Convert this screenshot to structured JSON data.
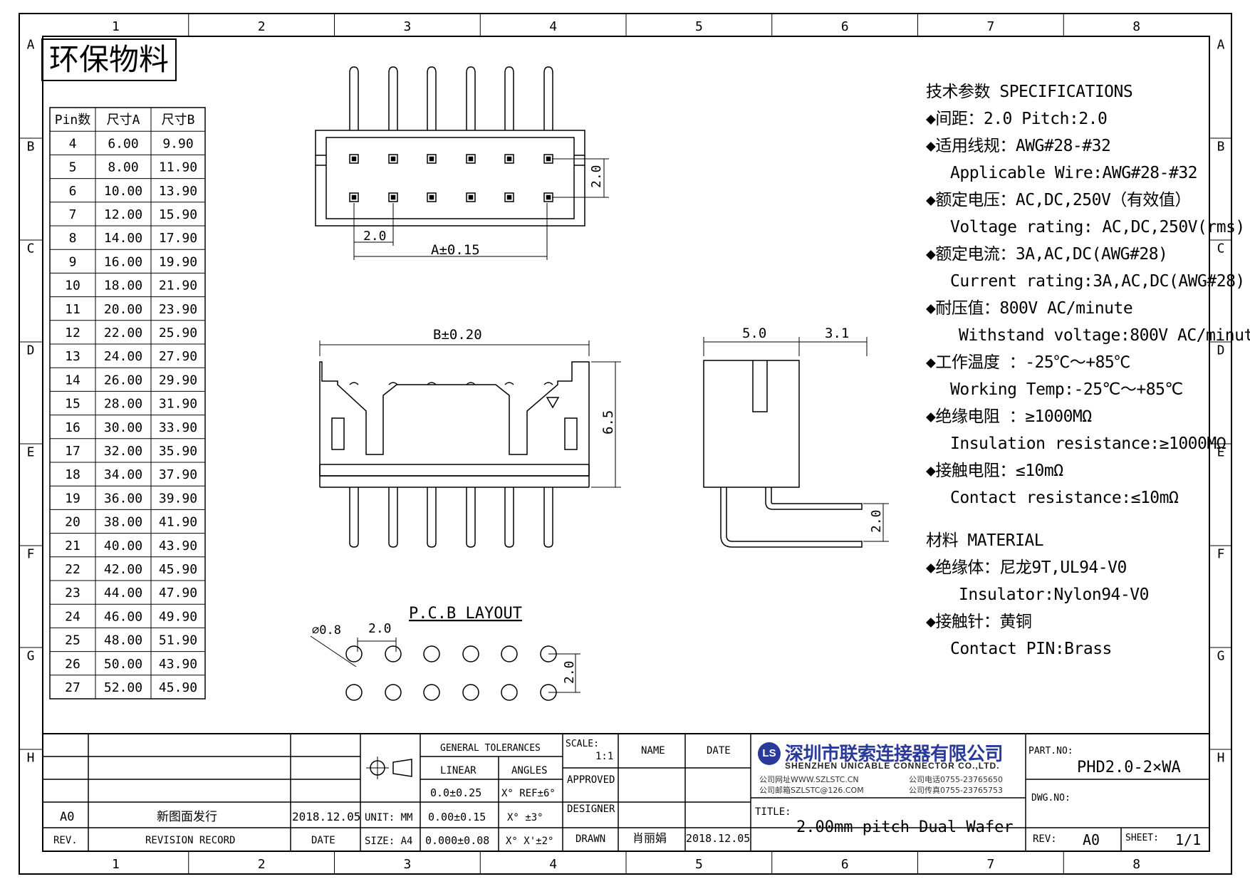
{
  "frame": {
    "col_labels": [
      "1",
      "2",
      "3",
      "4",
      "5",
      "6",
      "7",
      "8"
    ],
    "row_labels": [
      "A",
      "B",
      "C",
      "D",
      "E",
      "F",
      "G",
      "H"
    ]
  },
  "stamp": "环保物料",
  "pin_table": {
    "headers": [
      "Pin数",
      "尺寸A",
      "尺寸B"
    ],
    "rows": [
      [
        "4",
        "6.00",
        "9.90"
      ],
      [
        "5",
        "8.00",
        "11.90"
      ],
      [
        "6",
        "10.00",
        "13.90"
      ],
      [
        "7",
        "12.00",
        "15.90"
      ],
      [
        "8",
        "14.00",
        "17.90"
      ],
      [
        "9",
        "16.00",
        "19.90"
      ],
      [
        "10",
        "18.00",
        "21.90"
      ],
      [
        "11",
        "20.00",
        "23.90"
      ],
      [
        "12",
        "22.00",
        "25.90"
      ],
      [
        "13",
        "24.00",
        "27.90"
      ],
      [
        "14",
        "26.00",
        "29.90"
      ],
      [
        "15",
        "28.00",
        "31.90"
      ],
      [
        "16",
        "30.00",
        "33.90"
      ],
      [
        "17",
        "32.00",
        "35.90"
      ],
      [
        "18",
        "34.00",
        "37.90"
      ],
      [
        "19",
        "36.00",
        "39.90"
      ],
      [
        "20",
        "38.00",
        "41.90"
      ],
      [
        "21",
        "40.00",
        "43.90"
      ],
      [
        "22",
        "42.00",
        "45.90"
      ],
      [
        "23",
        "44.00",
        "47.90"
      ],
      [
        "24",
        "46.00",
        "49.90"
      ],
      [
        "25",
        "48.00",
        "51.90"
      ],
      [
        "26",
        "50.00",
        "43.90"
      ],
      [
        "27",
        "52.00",
        "45.90"
      ]
    ]
  },
  "dims": {
    "pitch_top": "2.0",
    "row_pitch_top": "2.0",
    "a_tol": "A±0.15",
    "b_tol": "B±0.20",
    "height": "6.5",
    "side_w1": "5.0",
    "side_w2": "3.1",
    "side_pitch": "2.0",
    "pcb_title": "P.C.B LAYOUT",
    "pcb_hole": "⌀0.8",
    "pcb_pitch": "2.0",
    "pcb_row_pitch": "2.0"
  },
  "specs": {
    "title": "技术参数  SPECIFICATIONS",
    "lines": [
      {
        "text": "◆间距：2.0      Pitch:2.0",
        "indent": 0
      },
      {
        "text": "◆适用线规：AWG#28-#32",
        "indent": 0
      },
      {
        "text": "Applicable Wire:AWG#28-#32",
        "indent": 1
      },
      {
        "text": "◆额定电压：AC,DC,250V（有效值）",
        "indent": 0
      },
      {
        "text": "Voltage rating: AC,DC,250V(rms)",
        "indent": 1
      },
      {
        "text": "◆额定电流：3A,AC,DC(AWG#28)",
        "indent": 0
      },
      {
        "text": "Current rating:3A,AC,DC(AWG#28)",
        "indent": 1
      },
      {
        "text": "◆耐压值：800V AC/minute",
        "indent": 0
      },
      {
        "text": "Withstand voltage:800V AC/minute",
        "indent": 2
      },
      {
        "text": "◆工作温度 ：-25℃～+85℃",
        "indent": 0
      },
      {
        "text": "Working Temp:-25℃～+85℃",
        "indent": 1
      },
      {
        "text": "◆绝缘电阻 ：≥1000MΩ",
        "indent": 0
      },
      {
        "text": "Insulation resistance:≥1000MΩ",
        "indent": 1
      },
      {
        "text": "◆接触电阻：≤10mΩ",
        "indent": 0
      },
      {
        "text": "Contact resistance:≤10mΩ",
        "indent": 1
      }
    ],
    "material_title": "材料  MATERIAL",
    "material_lines": [
      {
        "text": "◆绝缘体：尼龙9T,UL94-V0",
        "indent": 0
      },
      {
        "text": "Insulator:Nylon94-V0",
        "indent": 2
      },
      {
        "text": "◆接触针：黄铜",
        "indent": 0
      },
      {
        "text": "Contact PIN:Brass",
        "indent": 1
      }
    ]
  },
  "title_block": {
    "rev_value": "A0",
    "revision_text": "新图面发行",
    "revision_date": "2018.12.05",
    "rev_label": "REV.",
    "revision_record_label": "REVISION RECORD",
    "date_label": "DATE",
    "general_tolerances": "GENERAL TOLERANCES",
    "linear": "LINEAR",
    "angles": "ANGLES",
    "lin1": "0.0±0.25",
    "lin2": "0.00±0.15",
    "lin3": "0.000±0.08",
    "ang1": "X° REF±6°",
    "ang2": "X° ±3°",
    "ang3": "X° X'±2°",
    "unit": "UNIT: MM",
    "size": "SIZE: A4",
    "scale_label": "SCALE:",
    "scale_value": "1:1",
    "approved": "APPROVED",
    "designer": "DESIGNER",
    "drawn": "DRAWN",
    "name_label": "NAME",
    "date_label2": "DATE",
    "drawn_name": "肖丽娟",
    "drawn_date": "2018.12.05",
    "company_cn": "深圳市联索连接器有限公司",
    "company_en": "SHENZHEN UNICABLE CONNECTOR CO.,LTD.",
    "web": "公司网址WWW.SZLSTC.CN",
    "email": "公司邮箱SZLSTC@126.COM",
    "tel": "公司电话0755-23765650",
    "fax": "公司传真0755-23765753",
    "logo_mark": "LS",
    "part_no_label": "PART.NO:",
    "part_no": "PHD2.0-2×WA",
    "dwg_no_label": "DWG.NO:",
    "title_label": "TITLE:",
    "title": "2.00mm pitch Dual Wafer",
    "rev_label2": "REV:",
    "rev2": "A0",
    "sheet_label": "SHEET:",
    "sheet": "1/1"
  }
}
